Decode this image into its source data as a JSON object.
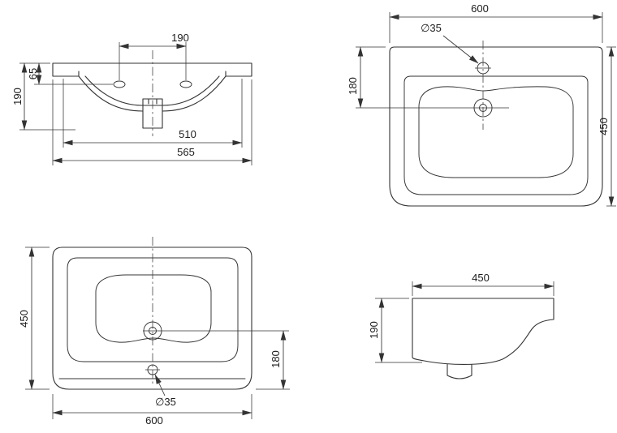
{
  "colors": {
    "background": "#ffffff",
    "ink": "#333333"
  },
  "views": {
    "front": {
      "hole_spacing": "190",
      "rim_to_hole": "65",
      "height": "190",
      "inner_width": "510",
      "overall_width": "565"
    },
    "plan": {
      "width": "600",
      "hole_diameter": "∅35",
      "drain_setback": "180",
      "depth": "450"
    },
    "bottom_plan": {
      "depth": "450",
      "drain_setback": "180",
      "hole_diameter": "∅35",
      "width": "600"
    },
    "side": {
      "depth": "450",
      "height": "190"
    }
  }
}
